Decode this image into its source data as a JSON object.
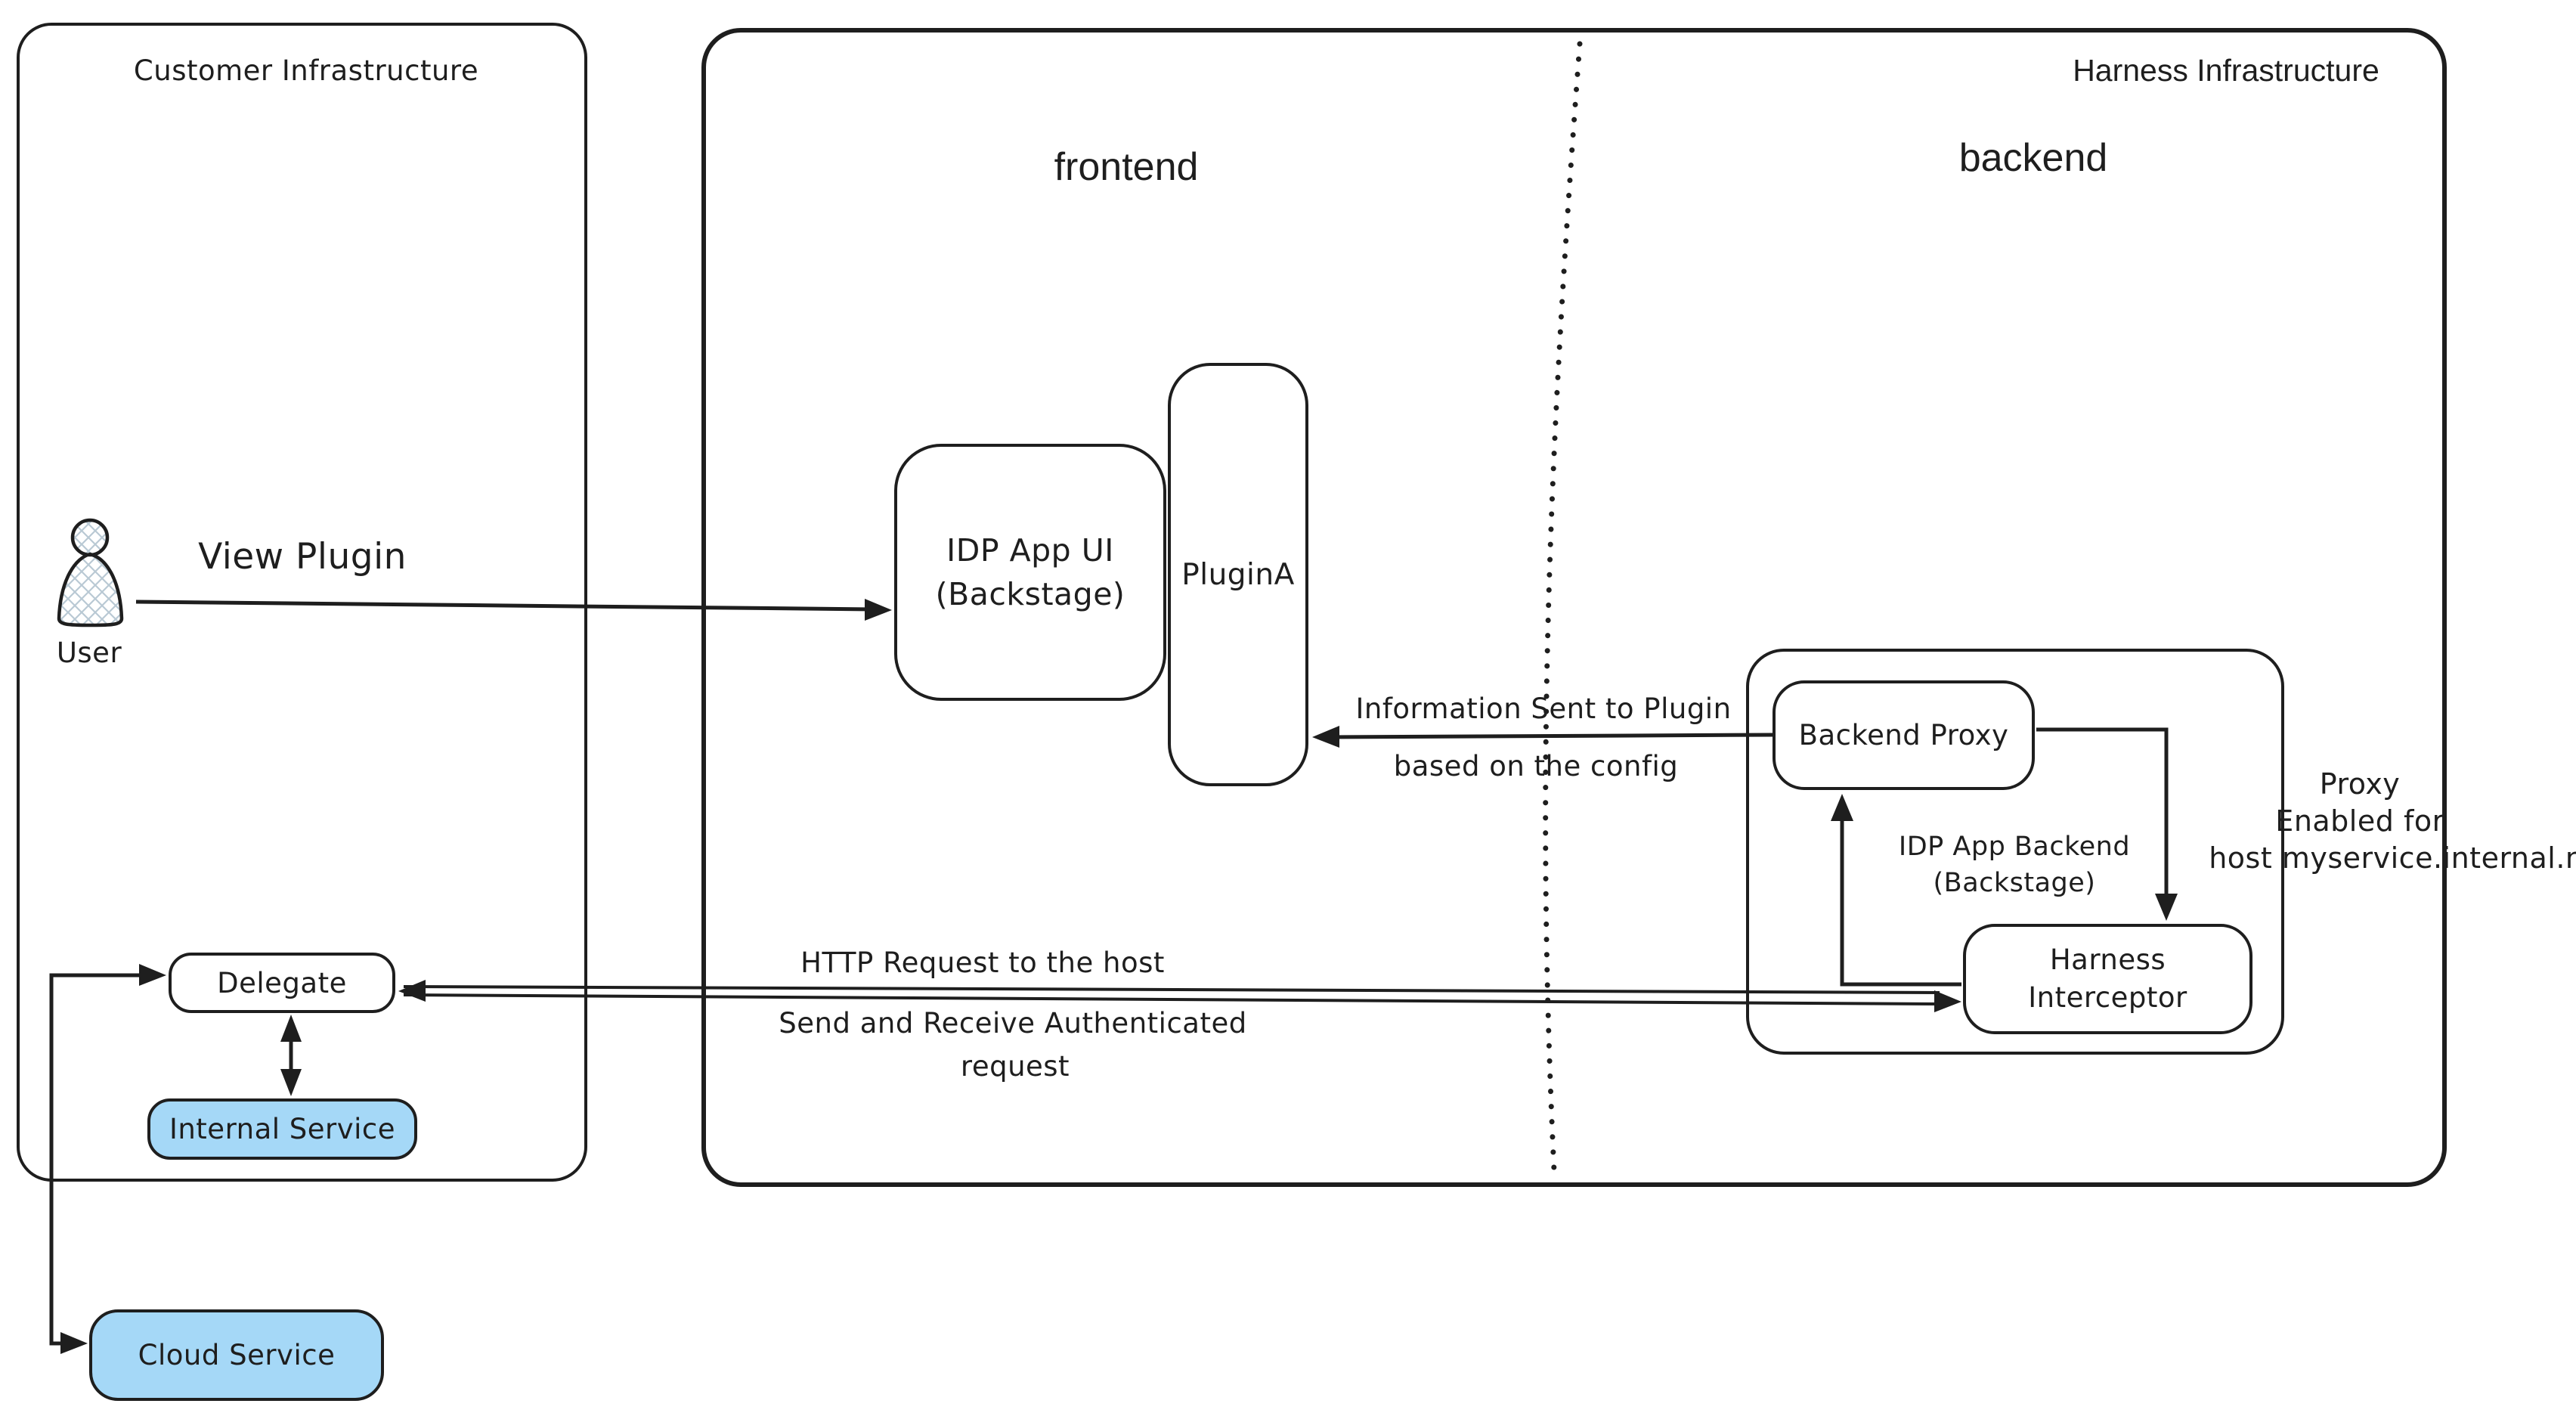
{
  "colors": {
    "stroke": "#1e1e1e",
    "service_fill": "#a5d8f7",
    "hatch_fill": "#b9c9d4"
  },
  "regions": {
    "customer": "Customer Infrastructure",
    "harness": "Harness Infrastructure",
    "frontend": "frontend",
    "backend": "backend"
  },
  "actors": {
    "user": "User"
  },
  "nodes": {
    "idp_app_ui": {
      "line1": "IDP App UI",
      "line2": "(Backstage)"
    },
    "plugin_a": "PluginA",
    "backend_proxy": "Backend Proxy",
    "idp_app_backend": {
      "line1": "IDP App Backend",
      "line2": "(Backstage)"
    },
    "harness_interceptor": {
      "line1": "Harness",
      "line2": "Interceptor"
    },
    "delegate": "Delegate",
    "internal_service": "Internal Service",
    "cloud_service": "Cloud Service"
  },
  "labels": {
    "view_plugin": "View Plugin",
    "info_sent_line1": "Information Sent to Plugin",
    "info_sent_line2": "based on the config",
    "http_request": "HTTP Request to the host",
    "auth_line1": "Send and Receive Authenticated",
    "auth_line2": "request",
    "proxy_line1": "Proxy",
    "proxy_line2": "Enabled for",
    "proxy_line3": "host myservice.internal.net"
  }
}
